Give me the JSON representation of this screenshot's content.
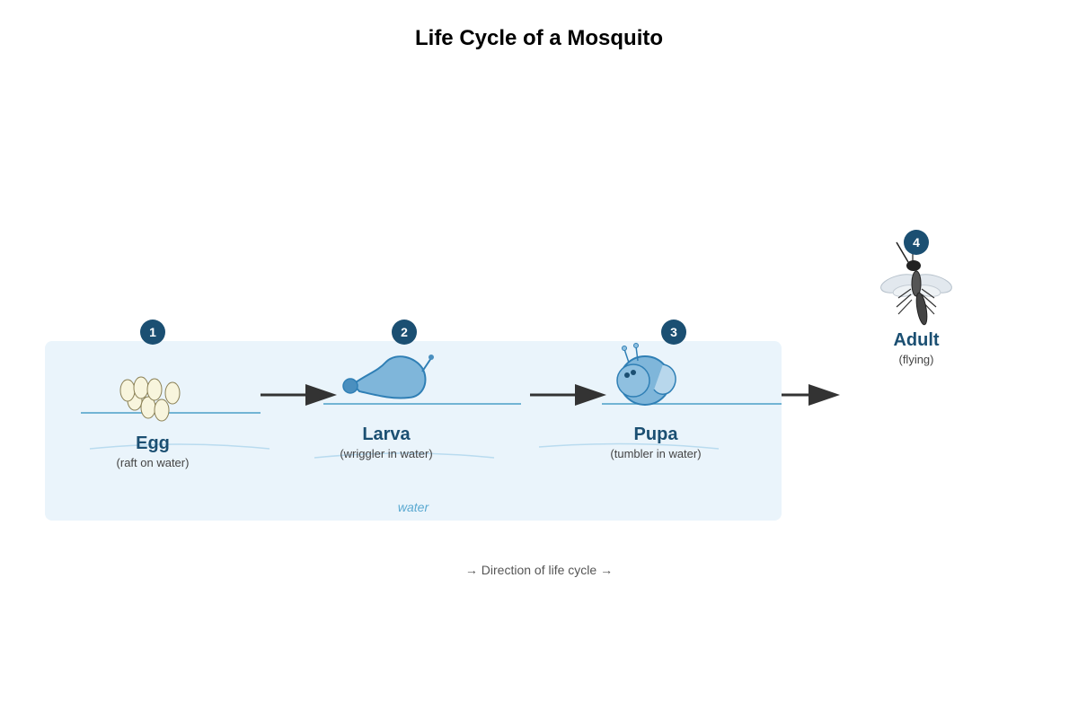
{
  "title": "Life Cycle of a Mosquito",
  "water_label": "water",
  "direction_label": "→ Direction of life cycle →",
  "colors": {
    "badge": "#1b4f72",
    "stage_name": "#1b4f72",
    "water_fill": "#eaf4fb",
    "water_line": "#4a9fc8",
    "creature_fill": "#7fb6da",
    "creature_stroke": "#2f7fb5",
    "egg_fill": "#f8f5dd",
    "egg_stroke": "#8a8055",
    "arrow": "#333333"
  },
  "stages": [
    {
      "number": "1",
      "name": "Egg",
      "subtitle": "(raft on water)",
      "icon": "egg-raft-icon"
    },
    {
      "number": "2",
      "name": "Larva",
      "subtitle": "(wriggler in water)",
      "icon": "larva-icon"
    },
    {
      "number": "3",
      "name": "Pupa",
      "subtitle": "(tumbler in water)",
      "icon": "pupa-icon"
    },
    {
      "number": "4",
      "name": "Adult",
      "subtitle": "(flying)",
      "icon": "mosquito-icon"
    }
  ]
}
